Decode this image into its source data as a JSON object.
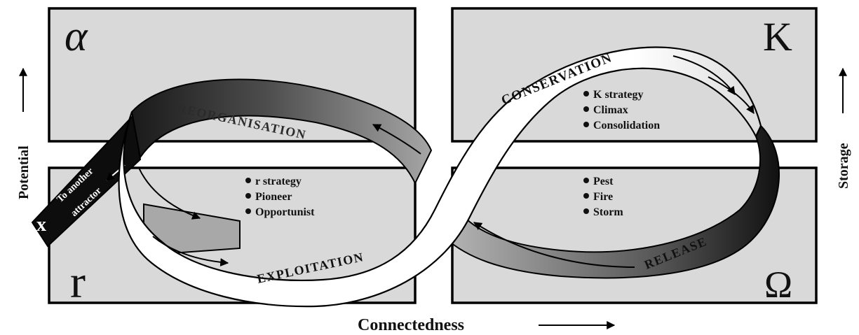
{
  "corners": {
    "alpha": "α",
    "k": "K",
    "r": "r",
    "omega": "Ω"
  },
  "phases": {
    "reorganisation": "REORGANISATION",
    "conservation": "CONSERVATION",
    "exploitation": "EXPLOITATION",
    "release": "RELEASE"
  },
  "lists": {
    "k_quadrant": [
      "K strategy",
      "Climax",
      "Consolidation"
    ],
    "r_quadrant": [
      "r strategy",
      "Pioneer",
      "Opportunist"
    ],
    "omega_quadrant": [
      "Pest",
      "Fire",
      "Storm"
    ]
  },
  "exit": {
    "line1": "To another",
    "line2": "attractor",
    "symbol": "x"
  },
  "axes": {
    "left": "Potential",
    "right": "Storage",
    "bottom": "Connectedness"
  }
}
